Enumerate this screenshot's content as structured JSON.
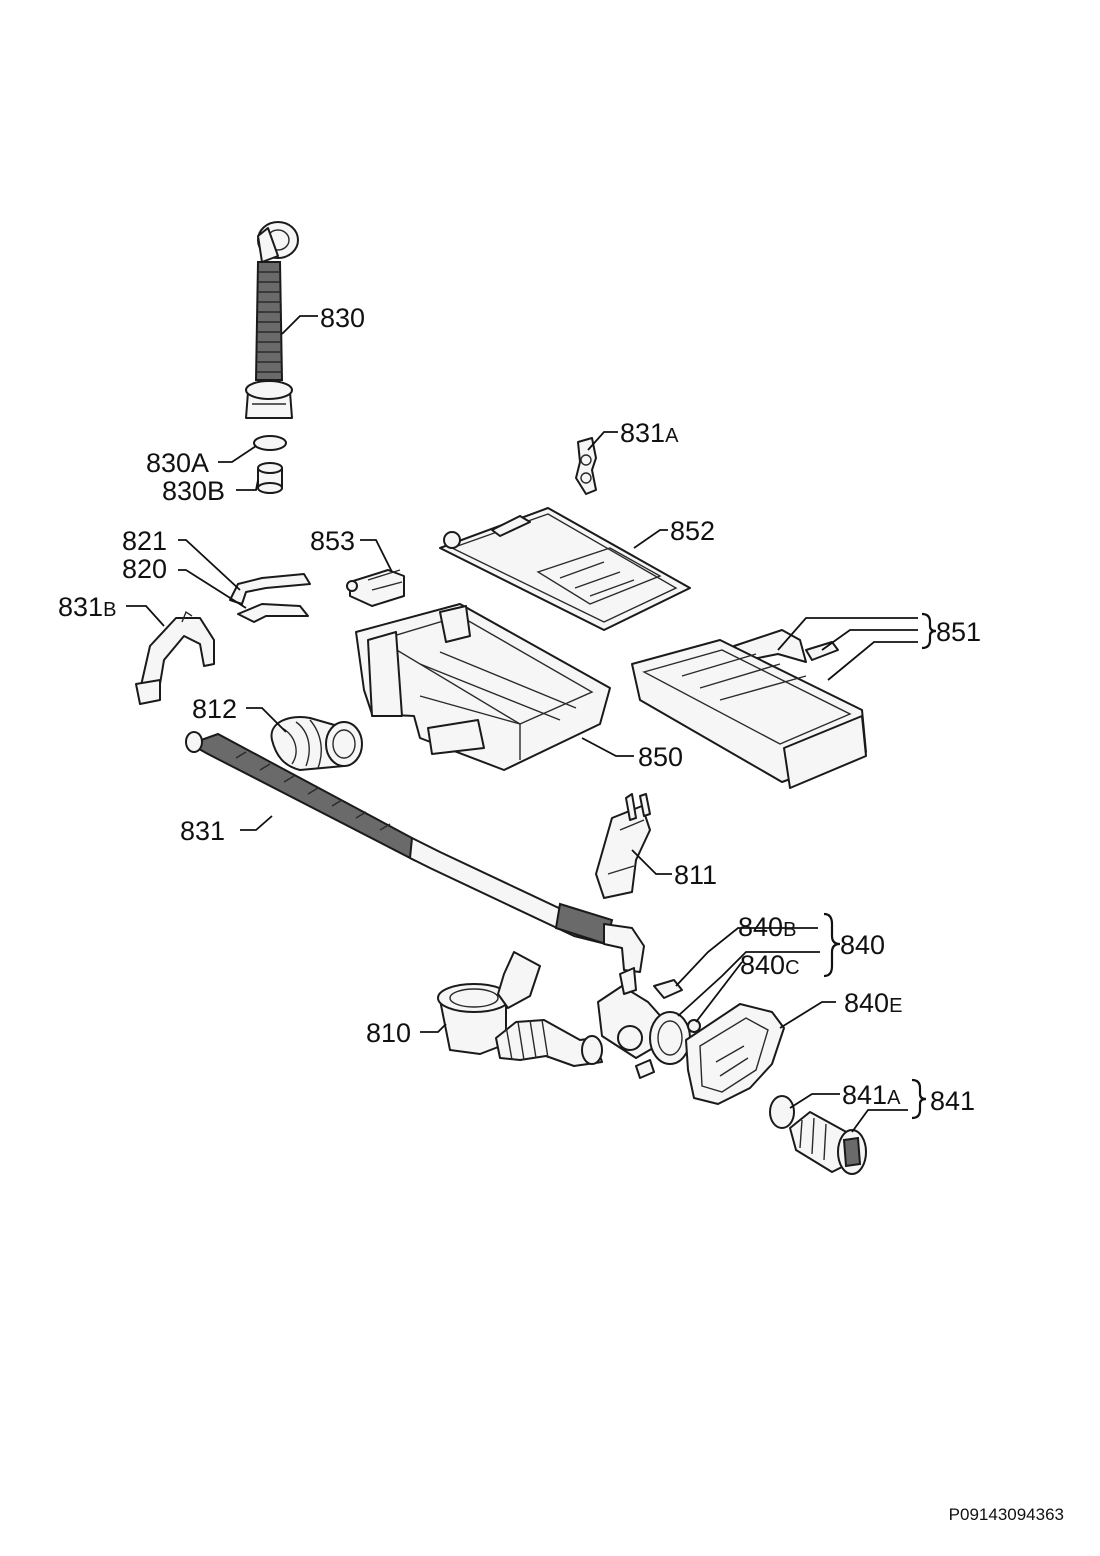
{
  "labels": {
    "p830": "830",
    "p830A": "830A",
    "p830B": "830B",
    "p831A_num": "831",
    "p831A_sfx": "A",
    "p852": "852",
    "p853": "853",
    "p821": "821",
    "p820": "820",
    "p831B_num": "831",
    "p831B_sfx": "B",
    "p851": "851",
    "p812": "812",
    "p850": "850",
    "p831": "831",
    "p811": "811",
    "p840B_num": "840",
    "p840B_sfx": "B",
    "p840": "840",
    "p840C_num": "840",
    "p840C_sfx": "C",
    "p840E_num": "840",
    "p840E_sfx": "E",
    "p810": "810",
    "p841A_num": "841",
    "p841A_sfx": "A",
    "p841": "841"
  },
  "footer": {
    "code": "P09143094363"
  }
}
